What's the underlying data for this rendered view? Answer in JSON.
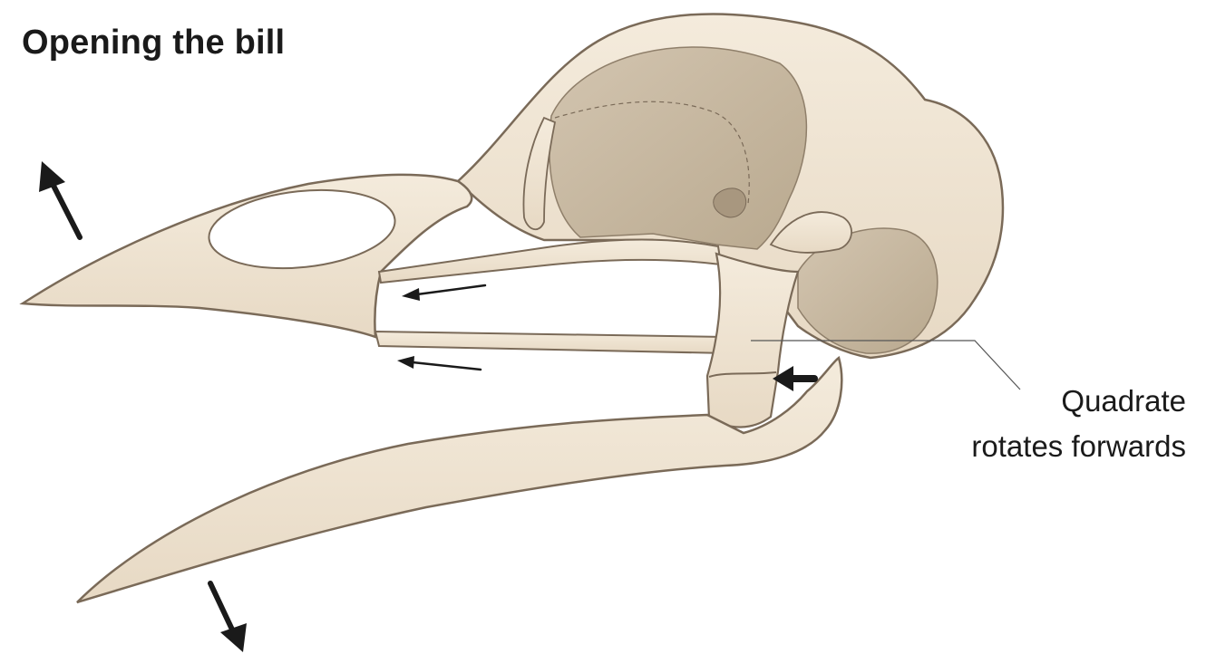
{
  "title": "Opening the bill",
  "callout": {
    "line1": "Quadrate",
    "line2": "rotates forwards"
  },
  "colors": {
    "bone": "#efe4d2",
    "bone_outline": "#7a6a58",
    "bone_shade": "#cdbfa9",
    "cavity": "#c8b9a3",
    "cavity_deep": "#b7a78f",
    "arrow": "#1a1a1a",
    "text": "#1a1a1a"
  }
}
